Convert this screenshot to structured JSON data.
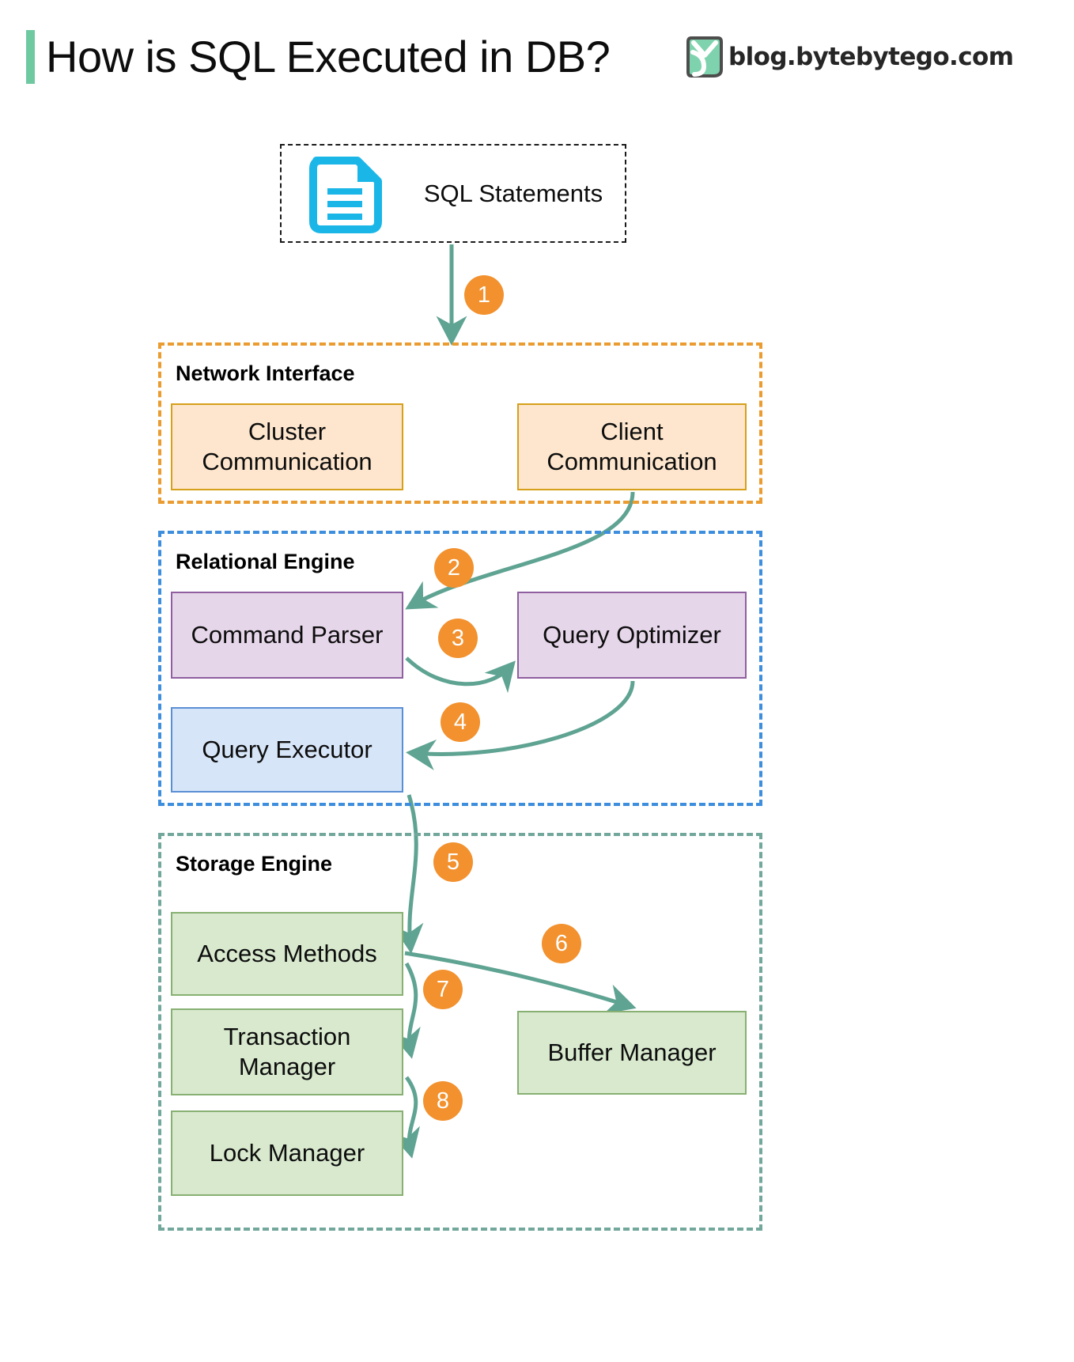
{
  "header": {
    "title": "How is SQL Executed in DB?",
    "brand": "blog.bytebytego.com",
    "accent_color": "#6ec9a1",
    "logo_icon": "bytebytego-logo-icon"
  },
  "diagram": {
    "type": "flowchart",
    "input": {
      "label": "SQL Statements",
      "icon": "document-lines-icon",
      "icon_color": "#1bb6e8",
      "border_style": "dashed",
      "border_color": "#1a1a1a"
    },
    "groups": [
      {
        "id": "network-interface",
        "title": "Network Interface",
        "border_color": "#eb9c31",
        "nodes": [
          {
            "id": "cluster-communication",
            "label": "Cluster\nCommunication",
            "fill": "#fde6cd",
            "stroke": "#d6a019"
          },
          {
            "id": "client-communication",
            "label": "Client\nCommunication",
            "fill": "#fde6cd",
            "stroke": "#d6a019"
          }
        ]
      },
      {
        "id": "relational-engine",
        "title": "Relational Engine",
        "border_color": "#3e8ede",
        "nodes": [
          {
            "id": "command-parser",
            "label": "Command Parser",
            "fill": "#e6d6ea",
            "stroke": "#8f5fa0"
          },
          {
            "id": "query-optimizer",
            "label": "Query Optimizer",
            "fill": "#e6d6ea",
            "stroke": "#8f5fa0"
          },
          {
            "id": "query-executor",
            "label": "Query Executor",
            "fill": "#d6e5f8",
            "stroke": "#5b8fd4"
          }
        ]
      },
      {
        "id": "storage-engine",
        "title": "Storage Engine",
        "border_color": "#72a79b",
        "nodes": [
          {
            "id": "access-methods",
            "label": "Access Methods",
            "fill": "#d8e9ce",
            "stroke": "#87b072"
          },
          {
            "id": "transaction-manager",
            "label": "Transaction\nManager",
            "fill": "#d8e9ce",
            "stroke": "#87b072"
          },
          {
            "id": "lock-manager",
            "label": "Lock Manager",
            "fill": "#d8e9ce",
            "stroke": "#87b072"
          },
          {
            "id": "buffer-manager",
            "label": "Buffer Manager",
            "fill": "#d8e9ce",
            "stroke": "#87b072"
          }
        ]
      }
    ],
    "labels": {
      "sql_statements": "SQL Statements",
      "cluster_communication_line1": "Cluster",
      "cluster_communication_line2": "Communication",
      "client_communication_line1": "Client",
      "client_communication_line2": "Communication",
      "command_parser": "Command Parser",
      "query_optimizer": "Query Optimizer",
      "query_executor": "Query Executor",
      "access_methods": "Access Methods",
      "transaction_manager_line1": "Transaction",
      "transaction_manager_line2": "Manager",
      "lock_manager": "Lock Manager",
      "buffer_manager": "Buffer Manager",
      "group_network": "Network Interface",
      "group_relational": "Relational Engine",
      "group_storage": "Storage Engine"
    },
    "steps": [
      {
        "n": "1",
        "from": "sql-statements",
        "to": "network-interface"
      },
      {
        "n": "2",
        "from": "client-communication",
        "to": "command-parser"
      },
      {
        "n": "3",
        "from": "command-parser",
        "to": "query-optimizer"
      },
      {
        "n": "4",
        "from": "query-optimizer",
        "to": "query-executor"
      },
      {
        "n": "5",
        "from": "query-executor",
        "to": "access-methods"
      },
      {
        "n": "6",
        "from": "access-methods",
        "to": "buffer-manager"
      },
      {
        "n": "7",
        "from": "access-methods",
        "to": "transaction-manager"
      },
      {
        "n": "8",
        "from": "transaction-manager",
        "to": "lock-manager"
      }
    ],
    "badge_color": "#f2912e",
    "arrow_color": "#5fa392"
  }
}
